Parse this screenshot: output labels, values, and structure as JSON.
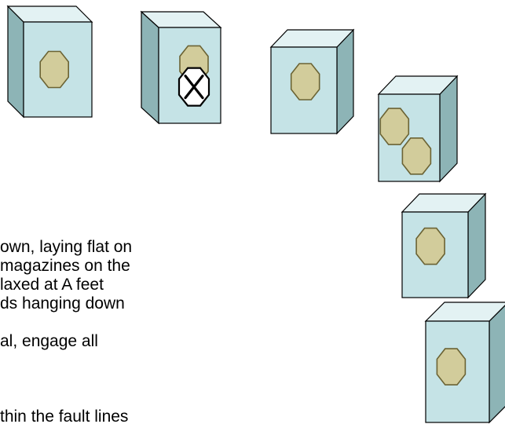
{
  "colors": {
    "box_front": "#c5e3e6",
    "box_side": "#8db4b6",
    "box_top": "#e3f2f3",
    "box_stroke": "#000000",
    "port_fill": "#d2cc9b",
    "port_stroke": "#6b6334",
    "marker_fill": "#ffffff",
    "marker_stroke": "#000000",
    "text": "#000000"
  },
  "icons": {
    "box": "cube-icon",
    "port": "octagon-icon",
    "marker": "circled-x-icon"
  },
  "boxes": [
    {
      "name": "box-1",
      "ports": 1,
      "marked": false
    },
    {
      "name": "box-2",
      "ports": 1,
      "marked": true
    },
    {
      "name": "box-3",
      "ports": 1,
      "marked": false
    },
    {
      "name": "box-4",
      "ports": 2,
      "marked": false
    },
    {
      "name": "box-5",
      "ports": 1,
      "marked": false
    },
    {
      "name": "box-6",
      "ports": 1,
      "marked": false
    }
  ],
  "text_lines": [
    "own, laying flat on",
    "magazines on the",
    "laxed at A feet",
    "ds hanging down",
    "",
    "al, engage all",
    "thin the fault lines"
  ]
}
